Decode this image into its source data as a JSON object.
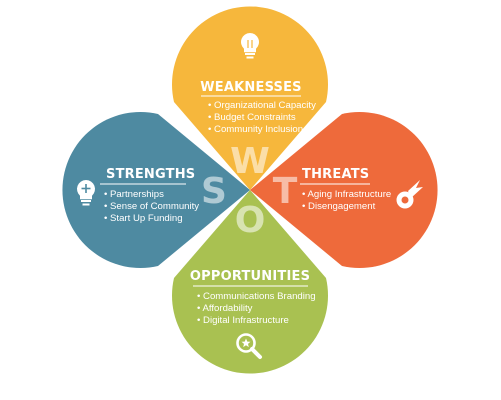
{
  "colors": {
    "weaknesses": "#f6b73c",
    "threats": "#ee6a3b",
    "opportunities": "#a9c151",
    "strengths": "#4e8aa1",
    "text": "#ffffff"
  },
  "letters": {
    "s": "S",
    "w": "W",
    "o": "O",
    "t": "T"
  },
  "weaknesses": {
    "title": "WEAKNESSES",
    "icon": "lightbulb-icon",
    "items": [
      "Organizational Capacity",
      "Budget Constraints",
      "Community Inclusion"
    ]
  },
  "strengths": {
    "title": "STRENGTHS",
    "icon": "lightbulb-plus-icon",
    "items": [
      "Partnerships",
      "Sense of Community",
      "Start Up Funding"
    ]
  },
  "threats": {
    "title": "THREATS",
    "icon": "lightning-bolt-icon",
    "items": [
      "Aging Infrastructure",
      "Disengagement"
    ]
  },
  "opportunities": {
    "title": "OPPORTUNITIES",
    "icon": "magnifier-star-icon",
    "items": [
      "Communications Branding",
      "Affordability",
      "Digital Infrastructure"
    ]
  }
}
